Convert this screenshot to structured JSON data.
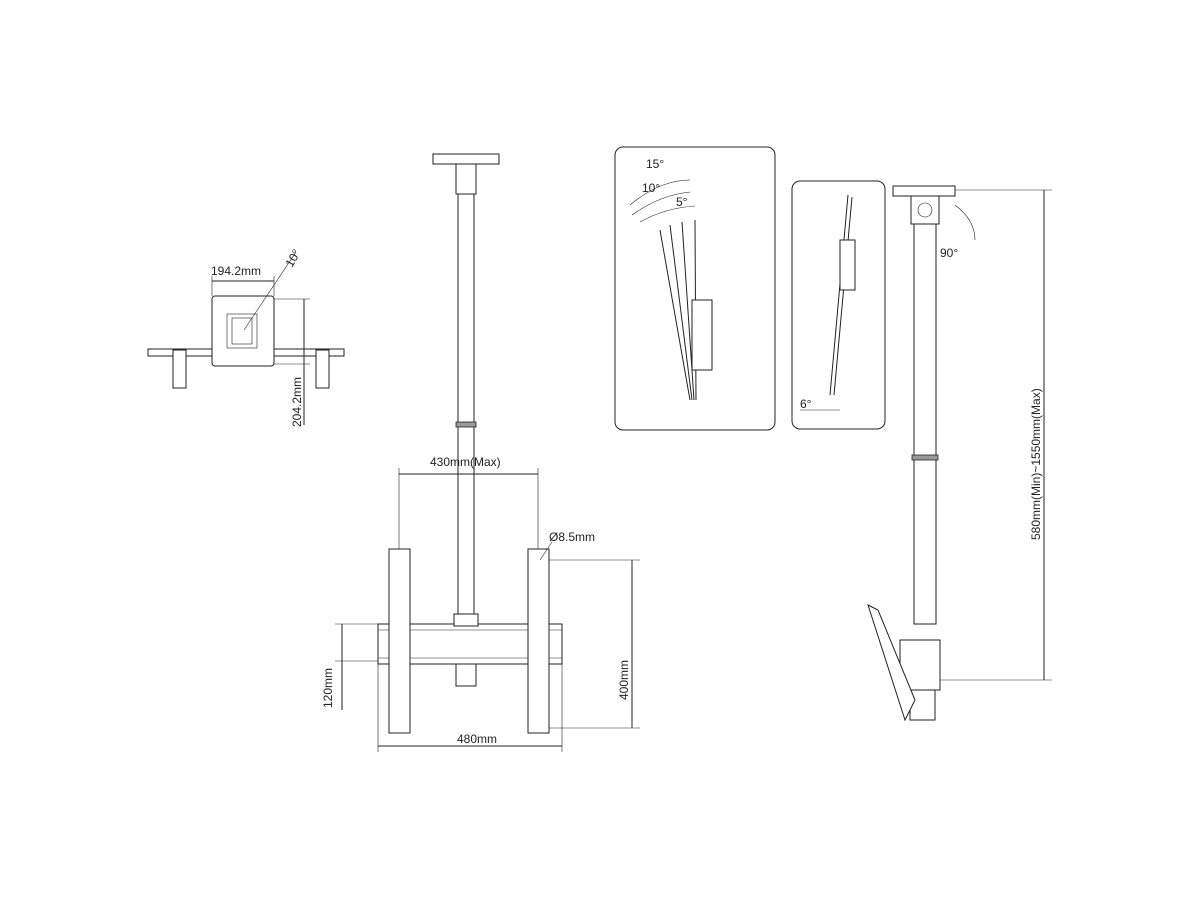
{
  "ceiling_plate_view": {
    "width_label": "194.2mm",
    "depth_label": "204.2mm",
    "rotation_label": "10°"
  },
  "front_view": {
    "arm_spacing_label": "430mm(Max)",
    "hole_label": "Ø8.5mm",
    "vertical_label": "400mm",
    "rail_label": "120mm",
    "width_label": "480mm"
  },
  "tilt_detail": {
    "angles": [
      "15°",
      "10°",
      "5°"
    ]
  },
  "side_tilt_detail": {
    "angle": "6°"
  },
  "side_view": {
    "rotation_label": "90°",
    "height_label": "580mm(Min)~1550mm(Max)"
  }
}
